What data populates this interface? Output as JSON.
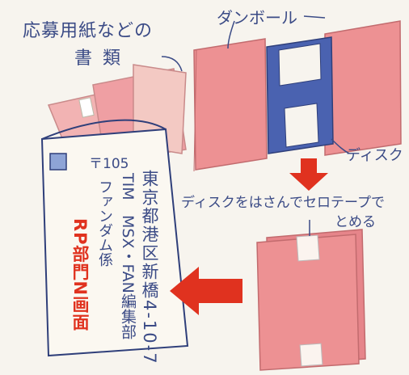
{
  "labels": {
    "application_docs_line1": "応募用紙などの",
    "application_docs_line2": "書 類",
    "cardboard": "ダンボール",
    "disk": "ディスク",
    "instruction_line1": "ディスクをはさんでセロテープで",
    "instruction_line2": "とめる"
  },
  "envelope": {
    "postal_code": "〒105",
    "address": "東京都港区新橋4-10-7",
    "org_1": "TIM",
    "org_2": "MSX・FAN編集部",
    "org_3": "ファンダム係",
    "recipient_red": "RP部門N画面"
  },
  "colors": {
    "ink_blue": "#3b4b86",
    "cardboard_pink": "#e98a8f",
    "disk_blue": "#4a62b0",
    "arrow_red": "#e0321f",
    "paper": "#f7f4ee"
  }
}
